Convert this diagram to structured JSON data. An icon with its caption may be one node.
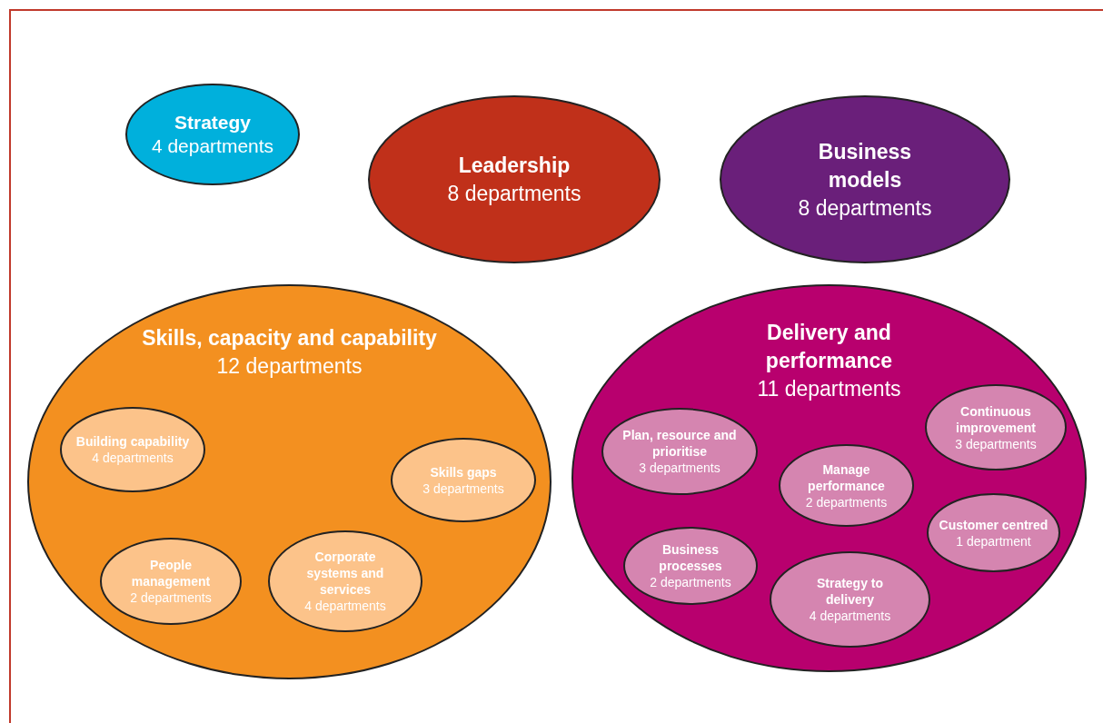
{
  "diagram": {
    "nodes": [
      {
        "text": [
          "Strategy",
          "4 departments"
        ]
      },
      {
        "text": [
          "Leadership",
          "8 departments"
        ]
      },
      {
        "text": [
          "Business models",
          "8 departments"
        ]
      },
      {
        "text": [
          "Skills, capacity and capability",
          "12 departments"
        ]
      },
      {
        "text": [
          "Building capability",
          "4 departments"
        ],
        "in": 3
      },
      {
        "text": [
          "Skills gaps",
          "3 departments"
        ],
        "in": 3
      },
      {
        "text": [
          "People management",
          "2 departments"
        ],
        "in": 3
      },
      {
        "text": [
          "Corporate systems and services",
          "4 departments"
        ],
        "in": 3
      },
      {
        "text": [
          "Delivery and performance",
          "11 departments"
        ]
      },
      {
        "text": [
          "Plan, resource and prioritise",
          "3 departments"
        ],
        "in": 8
      },
      {
        "text": [
          "Continuous improvement",
          "3 departments"
        ],
        "in": 8
      },
      {
        "text": [
          "Manage performance",
          "2 departments"
        ],
        "in": 8
      },
      {
        "text": [
          "Customer centred",
          "1 department"
        ],
        "in": 8
      },
      {
        "text": [
          "Business processes",
          "2 departments"
        ],
        "in": 8
      },
      {
        "text": [
          "Strategy to delivery",
          "4 departments"
        ],
        "in": 8
      }
    ]
  }
}
